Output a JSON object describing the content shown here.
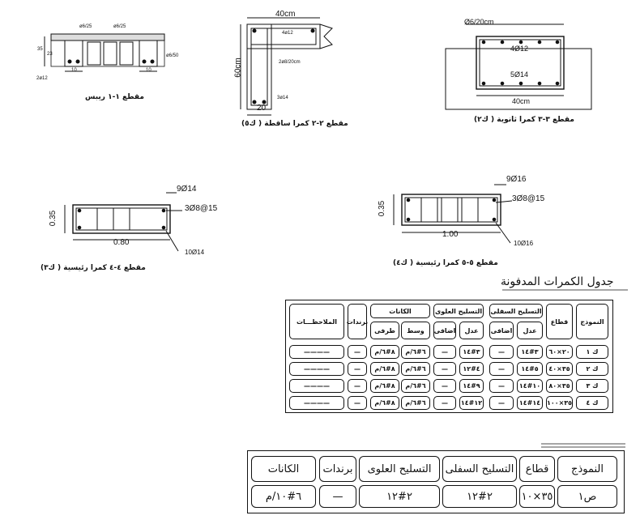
{
  "section1": {
    "caption": "مقطع ١-١ ريبس",
    "dims": {
      "d1": "ø6/25",
      "d2": "ø6/25",
      "d3": "ø6/50",
      "d4": "2ø12",
      "d5": "10",
      "d6": "10",
      "d7": "35",
      "d8": "23"
    }
  },
  "section2": {
    "caption": "مقطع ٢-٢ كمرا ساقطة ( ك٥)",
    "width": "40cm",
    "height": "60cm",
    "bottom": "20",
    "note1": "4ø12",
    "note2": "2ø8/20cm",
    "note3": "3ø14"
  },
  "section3": {
    "caption": "مقطع ٣-٣ كمرا ثانوية ( ك٢)",
    "stirrup": "Ø6/20cm",
    "top": "4Ø12",
    "bottom": "5Ø14",
    "width": "40cm"
  },
  "section4": {
    "caption": "مقطع ٤-٤ كمرا رئيسية ( ك٣)",
    "top": "9Ø14",
    "stirrup": "3Ø8@15",
    "height": "0.35",
    "width": "0.80",
    "bottom": "10Ø14"
  },
  "section5": {
    "caption": "مقطع ٥-٥ كمرا رئيسية ( ك٤)",
    "top": "9Ø16",
    "stirrup": "3Ø8@15",
    "height": "0.35",
    "width": "1.00",
    "bottom": "10Ø16"
  },
  "table1": {
    "title": "جدول الكمرات المدفونة",
    "headers": {
      "model": "النموذج",
      "section": "قطاع",
      "bottom": "التسليح السفلى",
      "top": "التسليح العلوى",
      "stirrups": "الكانات",
      "bardat": "برندات",
      "notes": "الملاحظـــات",
      "normal": "عدل",
      "extra": "اضافى",
      "middle": "وسط",
      "end": "طرفى"
    },
    "rows": [
      {
        "model": "ك ١",
        "section": "٢٠×٦٠",
        "b_normal": "٣#١٤",
        "b_extra": "—",
        "t_normal": "٣#١٤",
        "t_extra": "—",
        "mid": "٦#٦/م",
        "end": "٨#٦/م",
        "bardat": "—",
        "notes": "————"
      },
      {
        "model": "ك ٢",
        "section": "٣٥×٤٠",
        "b_normal": "٥#١٤",
        "b_extra": "—",
        "t_normal": "٤#١٢",
        "t_extra": "—",
        "mid": "٦#٦/م",
        "end": "٨#٦/م",
        "bardat": "—",
        "notes": "————"
      },
      {
        "model": "ك ٣",
        "section": "٣٥×٨٠",
        "b_normal": "١٠#١٤",
        "b_extra": "—",
        "t_normal": "٩#١٤",
        "t_extra": "—",
        "mid": "٦#٦/م",
        "end": "٨#٦/م",
        "bardat": "—",
        "notes": "————"
      },
      {
        "model": "ك ٤",
        "section": "٣٥×١٠٠",
        "b_normal": "١٤#١٤",
        "b_extra": "—",
        "t_normal": "١٢#١٤",
        "t_extra": "—",
        "mid": "٦#٦/م",
        "end": "٨#٦/م",
        "bardat": "—",
        "notes": "————"
      }
    ]
  },
  "table2": {
    "headers": {
      "model": "النموذج",
      "section": "قطاع",
      "bottom": "التسليح السفلى",
      "top": "التسليح العلوى",
      "bardat": "برندات",
      "stirrups": "الكانات"
    },
    "row": {
      "model": "ص١",
      "section": "٣٥×١٠",
      "bottom": "٢#١٢",
      "top": "٢#١٢",
      "bardat": "—",
      "stirrups": "٦#١٠/م"
    }
  }
}
